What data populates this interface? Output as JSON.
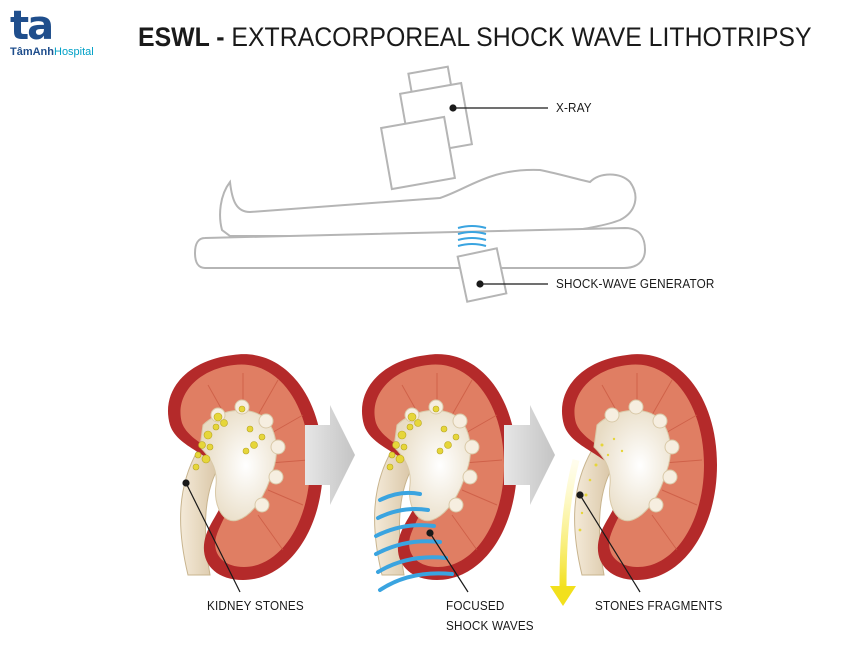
{
  "logo": {
    "mark": "ta",
    "name_a": "TâmAnh",
    "name_b": "Hospital",
    "colors": {
      "primary": "#1f4e8c",
      "accent": "#00a0c6"
    }
  },
  "title": {
    "bold": "ESWL -",
    "text": " EXTRACORPOREAL SHOCK WAVE LITHOTRIPSY"
  },
  "labels": {
    "xray": "X-RAY",
    "generator": "SHOCK-WAVE GENERATOR",
    "kidney_stones": "KIDNEY STONES",
    "focused_1": "FOCUSED",
    "focused_2": "SHOCK WAVES",
    "fragments": "STONES FRAGMENTS"
  },
  "colors": {
    "outline": "#b5b5b5",
    "kidney_cortex": "#b42a2a",
    "kidney_inner": "#e07e63",
    "wave": "#3aa4e0",
    "stone": "#e6d63a",
    "arrow_urine": "#f2e01c"
  }
}
